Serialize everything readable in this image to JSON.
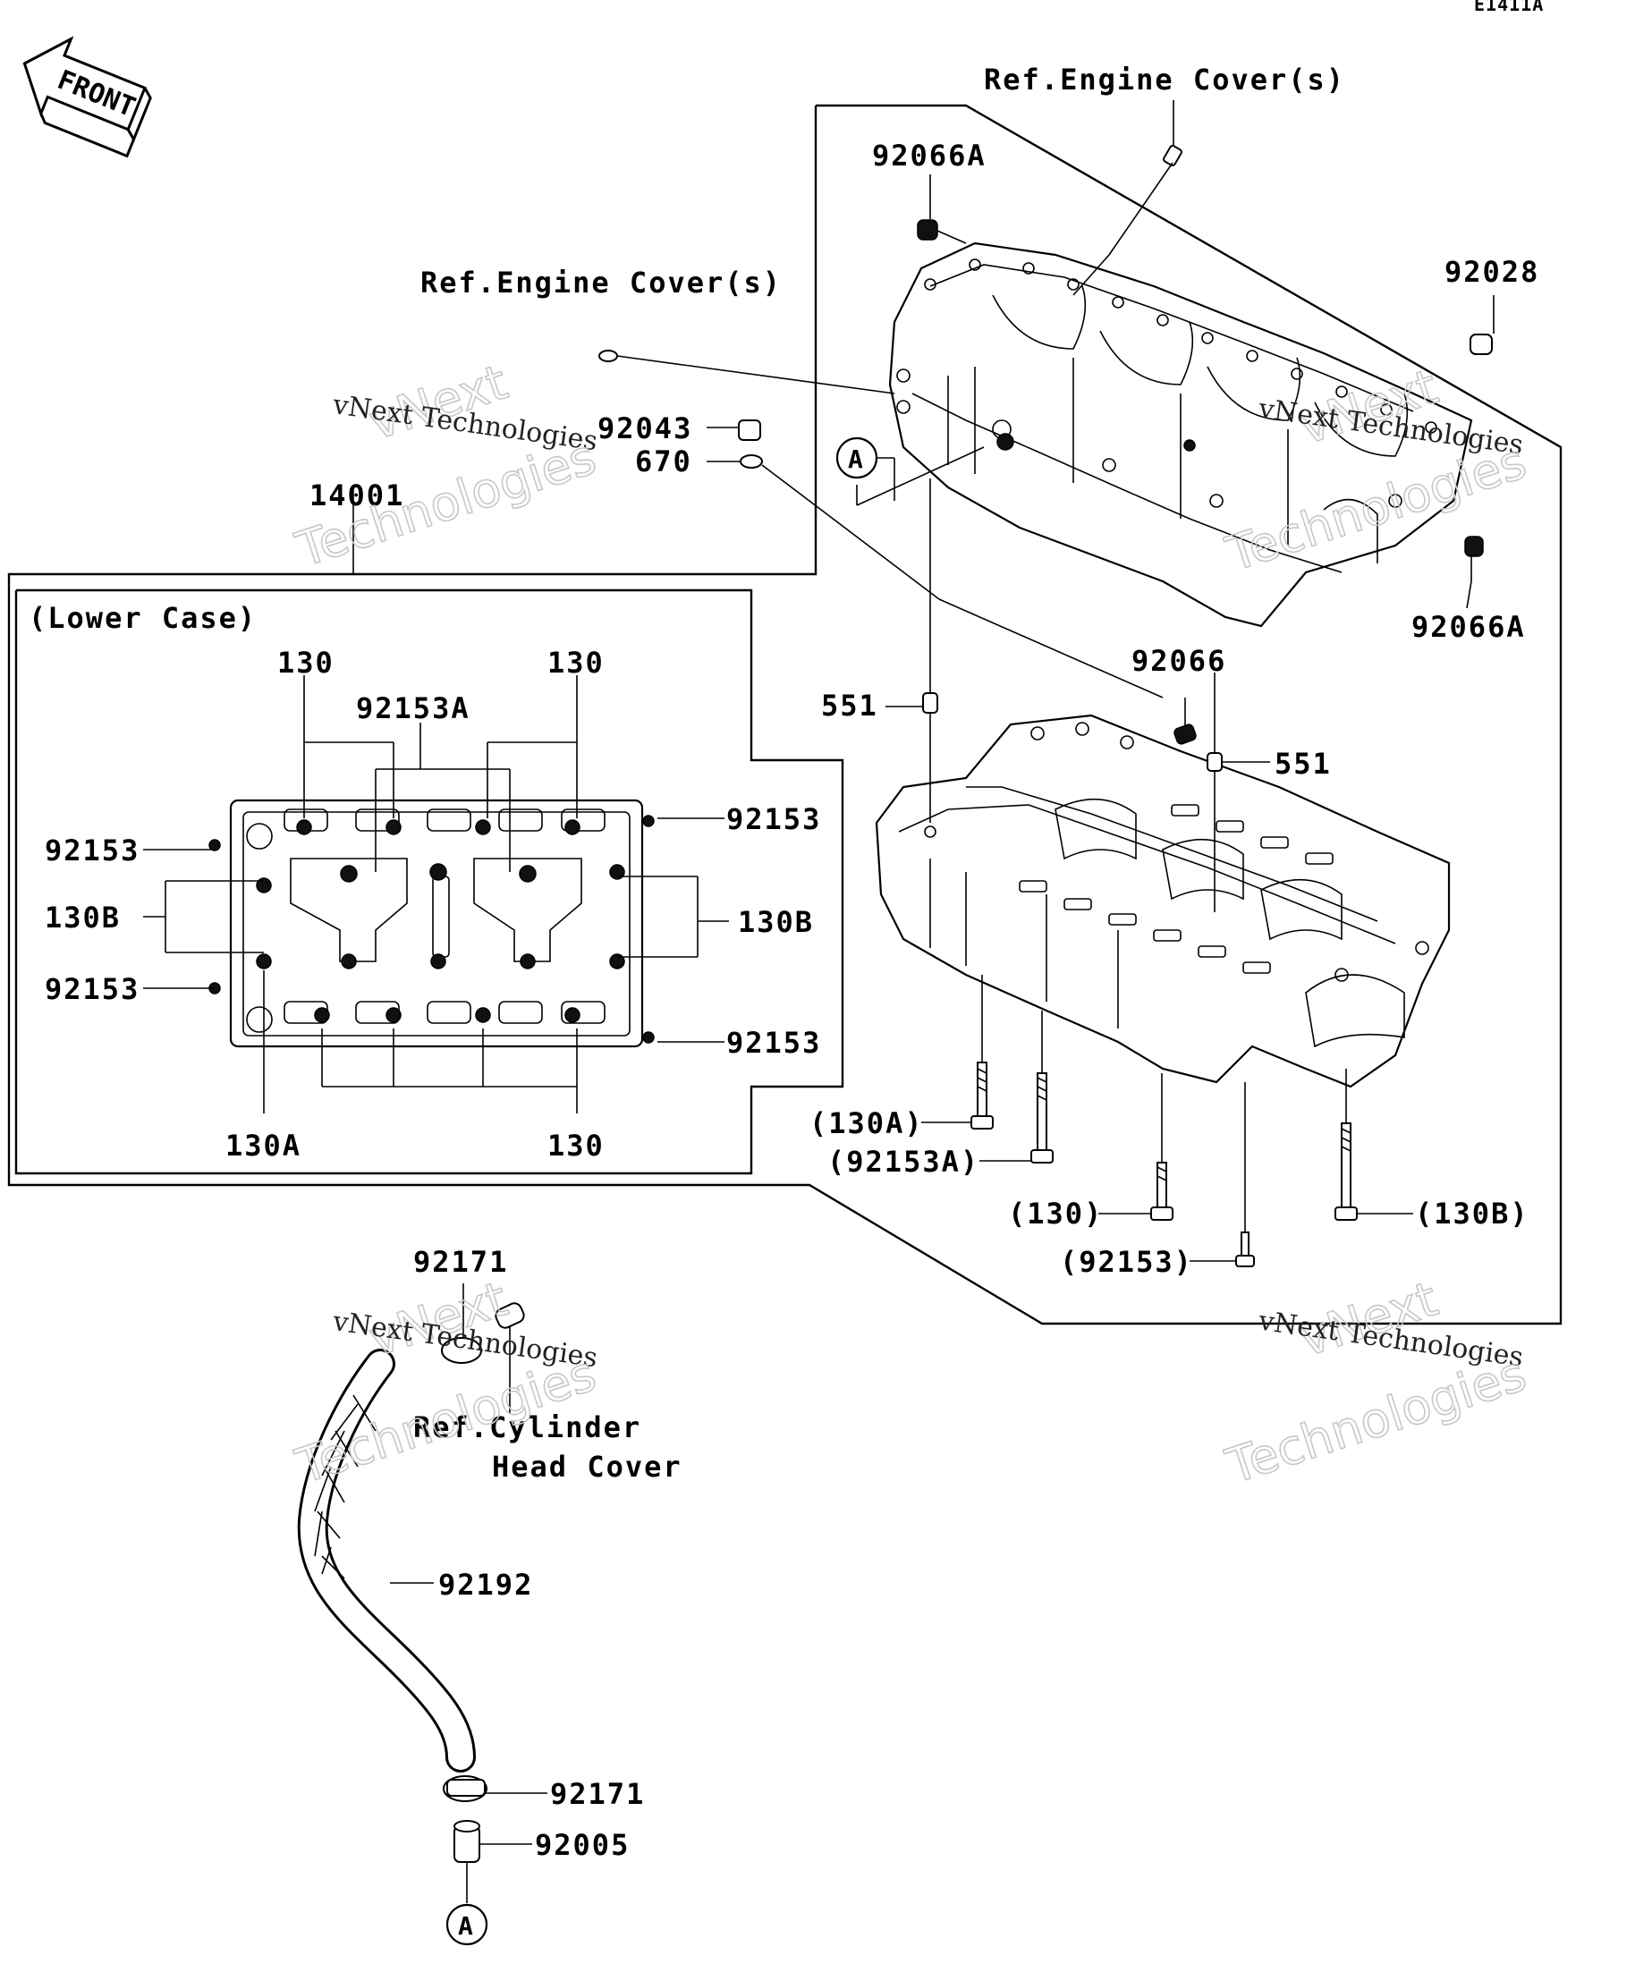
{
  "diagram_code": "E1411A",
  "front_label": "FRONT",
  "watermark": {
    "line1": "vNext Technologies",
    "line2": "vNext",
    "line3": "Technologies"
  },
  "lower_case_title": "(Lower Case)",
  "callout_circle": "A",
  "labels": {
    "ref_engine_cover_top": "Ref.Engine Cover(s)",
    "ref_engine_cover_mid": "Ref.Engine Cover(s)",
    "p92066A_top": "92066A",
    "p92066A_right": "92066A",
    "p92028": "92028",
    "p92043": "92043",
    "p670": "670",
    "p14001": "14001",
    "p92066": "92066",
    "p551_left": "551",
    "p551_right": "551",
    "lc_130_left": "130",
    "lc_130_right": "130",
    "lc_92153A": "92153A",
    "lc_92153_tl": "92153",
    "lc_92153_tr": "92153",
    "lc_130B_l": "130B",
    "lc_130B_r": "130B",
    "lc_92153_ml": "92153",
    "lc_92153_br": "92153",
    "lc_130A": "130A",
    "lc_130_bottom": "130",
    "b_130A": "(130A)",
    "b_92153A": "(92153A)",
    "b_130": "(130)",
    "b_92153": "(92153)",
    "b_130B": "(130B)",
    "p92171_top": "92171",
    "ref_cyl_head_1": "Ref.Cylinder",
    "ref_cyl_head_2": "Head Cover",
    "p92192": "92192",
    "p92171_bottom": "92171",
    "p92005": "92005"
  }
}
